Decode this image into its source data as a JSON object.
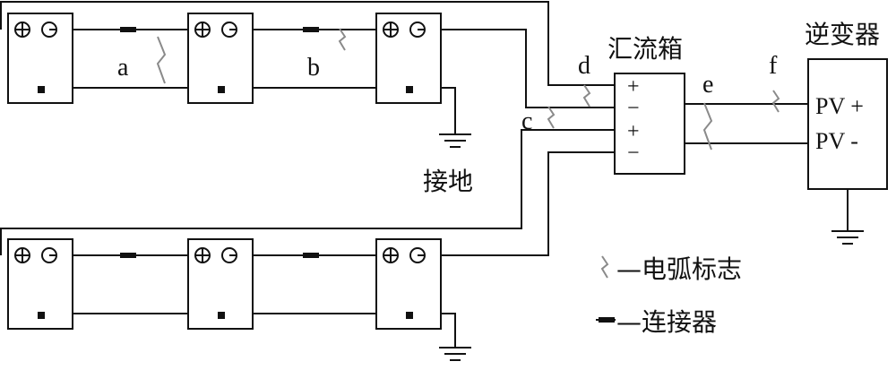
{
  "labels": {
    "arc_a": "a",
    "arc_b": "b",
    "arc_c": "c",
    "arc_d": "d",
    "arc_e": "e",
    "arc_f": "f",
    "combiner_box": "汇流箱",
    "inverter": "逆变器",
    "pv_plus": "PV +",
    "pv_minus": "PV -",
    "ground": "接地",
    "combiner_plus_1": "+",
    "combiner_minus_1": "−",
    "combiner_plus_2": "+",
    "combiner_minus_2": "−"
  },
  "legend": {
    "arc_text": "—电弧标志",
    "connector_text": "—连接器"
  },
  "colors": {
    "wire": "#111111",
    "arc_mark": "#8a8a8a"
  }
}
